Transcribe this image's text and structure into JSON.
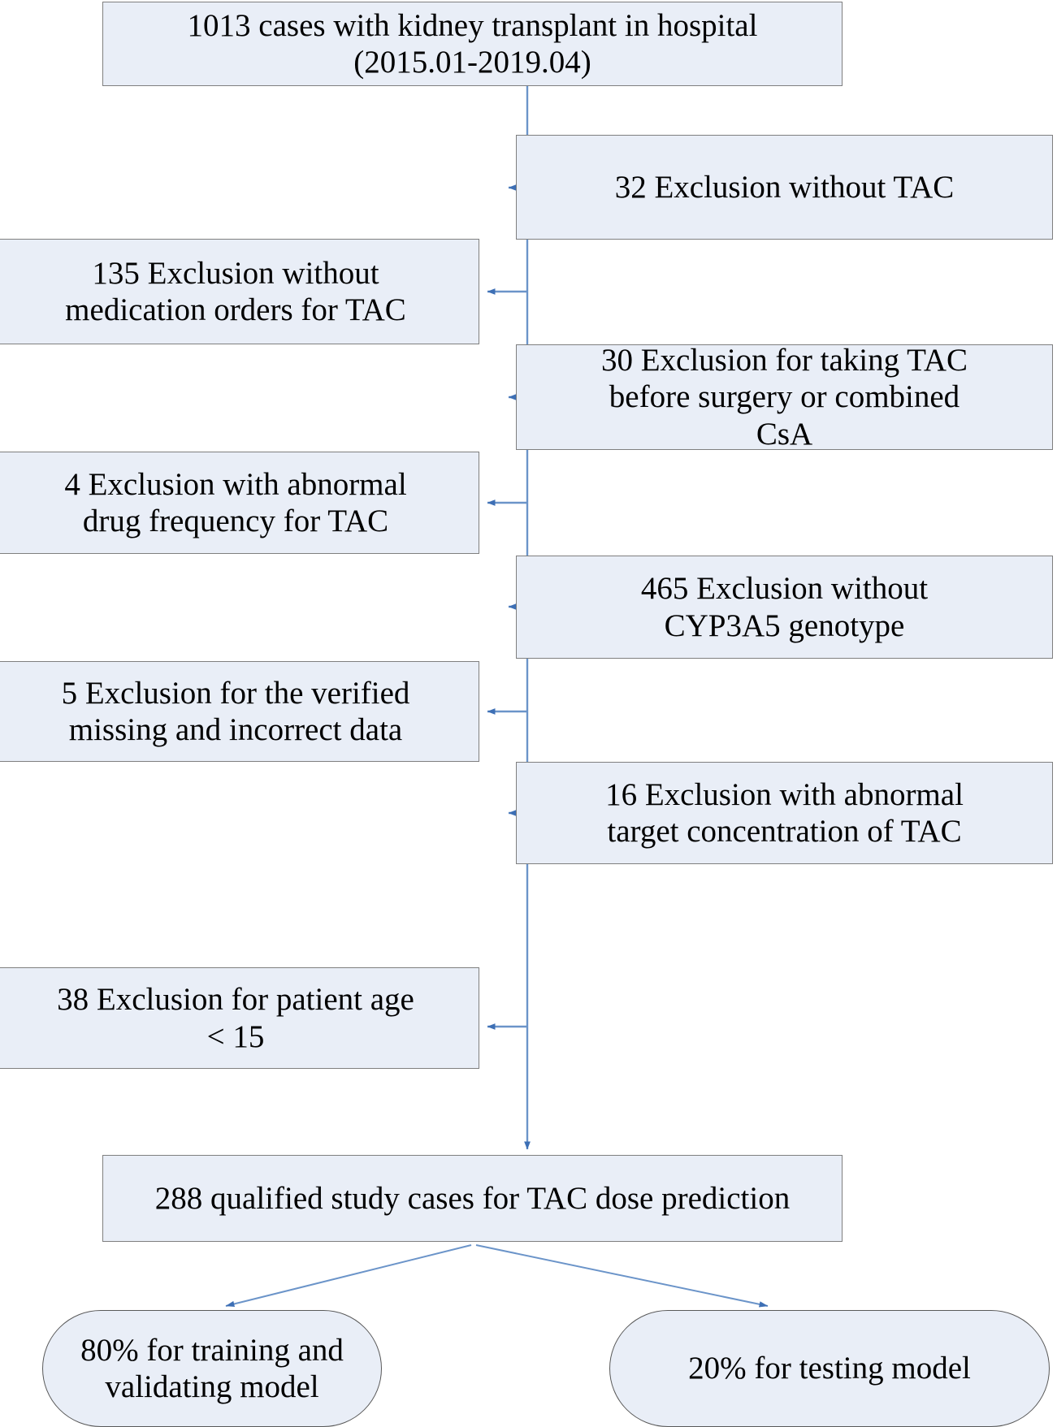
{
  "diagram": {
    "title": "Patient selection flowchart for TAC dose prediction study",
    "type": "flowchart",
    "colors": {
      "node_fill": "#e9eef7",
      "node_border": "#7f7f7f",
      "connector": "#6b94c9",
      "text": "#000000",
      "background": "#ffffff"
    },
    "nodes": [
      {
        "id": "root",
        "shape": "rectangle",
        "label": "1013 cases with kidney transplant in hospital\n(2015.01-2019.04)",
        "count": 1013
      },
      {
        "id": "ex-32",
        "shape": "rectangle",
        "label": "32 Exclusion without TAC",
        "count": 32
      },
      {
        "id": "ex-135",
        "shape": "rectangle",
        "label": "135 Exclusion without\nmedication orders for TAC",
        "count": 135
      },
      {
        "id": "ex-30",
        "shape": "rectangle",
        "label": "30 Exclusion for taking TAC\nbefore surgery or combined\nCsA",
        "count": 30
      },
      {
        "id": "ex-4",
        "shape": "rectangle",
        "label": "4 Exclusion with abnormal\ndrug frequency for TAC",
        "count": 4
      },
      {
        "id": "ex-465",
        "shape": "rectangle",
        "label": "465 Exclusion without\nCYP3A5 genotype",
        "count": 465
      },
      {
        "id": "ex-5",
        "shape": "rectangle",
        "label": "5 Exclusion for the verified\nmissing and incorrect data",
        "count": 5
      },
      {
        "id": "ex-16",
        "shape": "rectangle",
        "label": "16 Exclusion with abnormal\ntarget concentration of TAC",
        "count": 16
      },
      {
        "id": "ex-38",
        "shape": "rectangle",
        "label": "38 Exclusion for patient age\n< 15",
        "count": 38
      },
      {
        "id": "qualified",
        "shape": "rectangle",
        "label": "288 qualified study cases for TAC dose prediction",
        "count": 288
      },
      {
        "id": "train",
        "shape": "rounded-pill",
        "label": "80% for training and\nvalidating model",
        "percent": "80%"
      },
      {
        "id": "test",
        "shape": "rounded-pill",
        "label": "20% for testing model",
        "percent": "20%"
      }
    ],
    "edges": [
      {
        "from": "root",
        "to": "ex-32",
        "direction": "right"
      },
      {
        "from": "root",
        "to": "ex-135",
        "direction": "left"
      },
      {
        "from": "root",
        "to": "ex-30",
        "direction": "right"
      },
      {
        "from": "root",
        "to": "ex-4",
        "direction": "left"
      },
      {
        "from": "root",
        "to": "ex-465",
        "direction": "right"
      },
      {
        "from": "root",
        "to": "ex-5",
        "direction": "left"
      },
      {
        "from": "root",
        "to": "ex-16",
        "direction": "right"
      },
      {
        "from": "root",
        "to": "ex-38",
        "direction": "left"
      },
      {
        "from": "root",
        "to": "qualified",
        "direction": "down"
      },
      {
        "from": "qualified",
        "to": "train",
        "direction": "down-left"
      },
      {
        "from": "qualified",
        "to": "test",
        "direction": "down-right"
      }
    ]
  }
}
